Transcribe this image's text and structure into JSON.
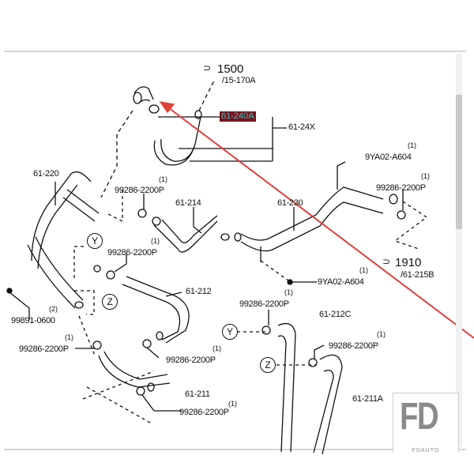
{
  "diagram": {
    "refs": [
      {
        "id": "1500",
        "text": "1500",
        "sub": "/15-170A"
      },
      {
        "id": "1910",
        "text": "1910",
        "sub": "/61-215B"
      }
    ],
    "highlight_label": "61-240A",
    "labels": {
      "l_24x": "61-24X",
      "l_220": "61-220",
      "l_214": "61-214",
      "l_230": "61-230",
      "l_212": "61-212",
      "l_212c": "61-212C",
      "l_211": "61-211",
      "l_211a": "61-211A",
      "bolt_a": "9YA02-A604",
      "bolt_b": "9YA02-A604",
      "screw": "99891-0600",
      "clamp1": "99286-2200P",
      "clamp2": "99286-2200P",
      "clamp3": "99286-2200P",
      "clamp4": "99286-2200P",
      "clamp5": "99286-2200P",
      "clamp6": "99286-2200P",
      "clamp7": "99286-2200P",
      "clamp8": "99286-2200P"
    },
    "qty": {
      "one": "(1)",
      "two": "(2)"
    },
    "callouts": {
      "y": "Y",
      "z": "Z"
    }
  },
  "watermark": {
    "logo": "FD",
    "sub": "FDAUTO"
  },
  "colors": {
    "arrow": "#e0403a",
    "highlight_bg": "#7a1420",
    "highlight_text": "#2fc0b8"
  }
}
